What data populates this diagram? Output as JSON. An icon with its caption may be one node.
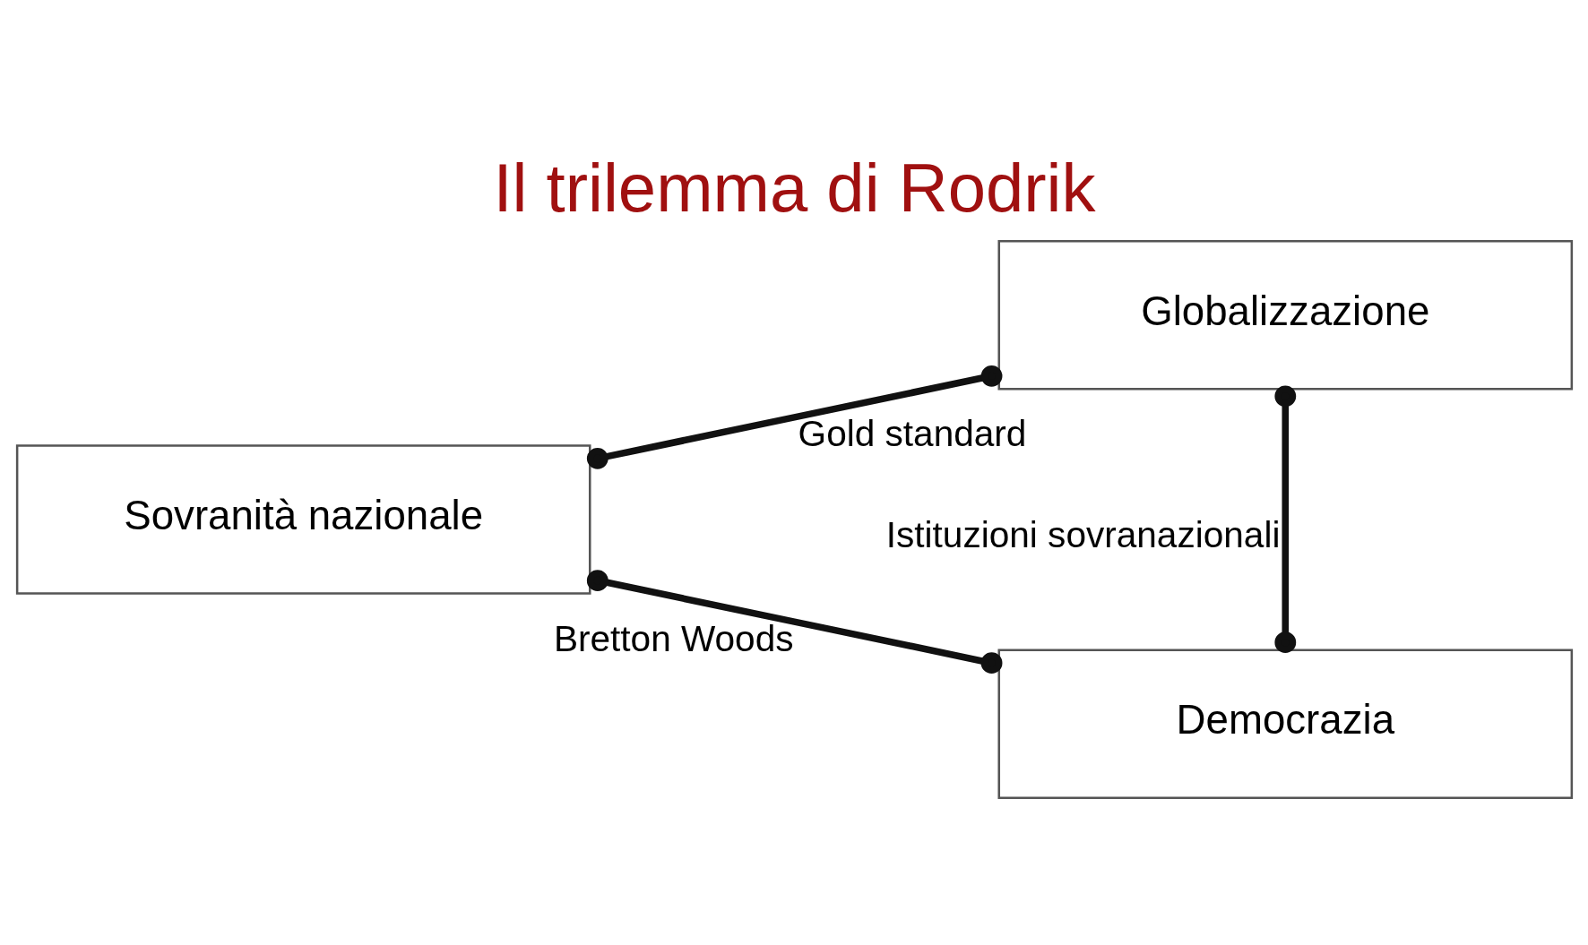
{
  "diagram": {
    "title": "Il trilemma di Rodrik",
    "nodes": [
      {
        "text": [
          "Sovranità nazionale"
        ]
      },
      {
        "text": [
          "Globalizzazione"
        ]
      },
      {
        "text": [
          "Democrazia"
        ]
      }
    ],
    "edges": [
      {
        "from": 0,
        "to": 1,
        "arrow": "other",
        "label": "Gold standard"
      },
      {
        "from": 1,
        "to": 2,
        "arrow": "other",
        "label": "Istituzioni sovranazionali"
      },
      {
        "from": 0,
        "to": 2,
        "arrow": "other",
        "label": "Bretton Woods"
      }
    ]
  }
}
